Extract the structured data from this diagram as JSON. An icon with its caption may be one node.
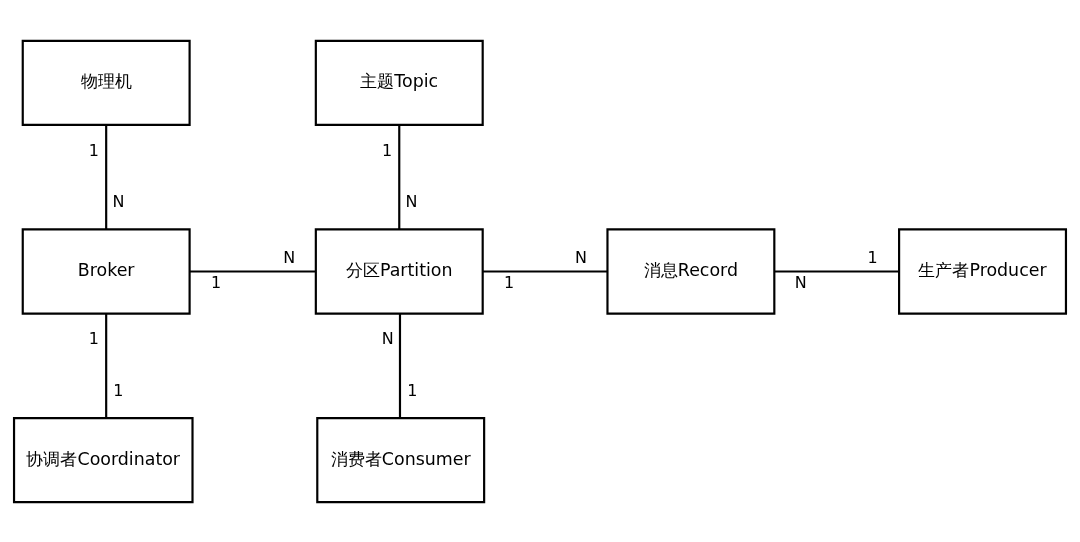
{
  "diagram": {
    "nodes": [
      {
        "text": [
          "物理机"
        ]
      },
      {
        "text": [
          "主题Topic"
        ]
      },
      {
        "text": [
          "Broker"
        ]
      },
      {
        "text": [
          "分区Partition"
        ]
      },
      {
        "text": [
          "消息Record"
        ]
      },
      {
        "text": [
          "生产者Producer"
        ]
      },
      {
        "text": [
          "协调者Coordinator"
        ]
      },
      {
        "text": [
          "消费者Consumer"
        ]
      }
    ],
    "edges": [
      {
        "from": 0,
        "to": 2,
        "arrow": "none"
      },
      {
        "from": 1,
        "to": 3,
        "arrow": "none"
      },
      {
        "from": 2,
        "to": 3,
        "arrow": "none"
      },
      {
        "from": 3,
        "to": 4,
        "arrow": "none"
      },
      {
        "from": 4,
        "to": 5,
        "arrow": "none"
      },
      {
        "from": 2,
        "to": 6,
        "arrow": "none"
      },
      {
        "from": 3,
        "to": 7,
        "arrow": "none"
      }
    ],
    "labels": [
      "1",
      "1",
      "N",
      "N",
      "1",
      "N",
      "1",
      "N",
      "N",
      "1",
      "1",
      "N",
      "1",
      "1"
    ]
  }
}
